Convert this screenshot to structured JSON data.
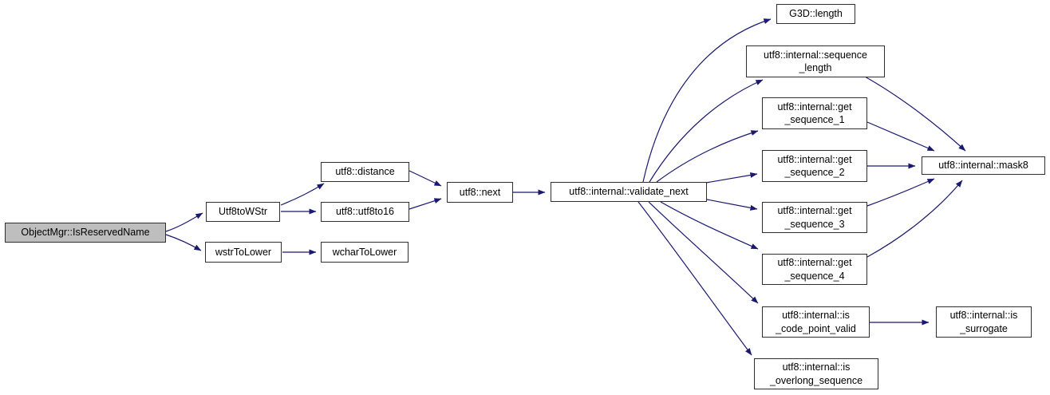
{
  "diagram": {
    "type": "call-graph",
    "colors": {
      "background": "#ffffff",
      "edge": "#191970",
      "node_border": "#2e2e2e",
      "node_fill": "#ffffff",
      "highlight_fill": "#bebebe",
      "text": "#000000"
    },
    "nodes": [
      {
        "id": "ObjectMgr::IsReservedName",
        "label": "ObjectMgr::IsReservedName",
        "highlighted": true
      },
      {
        "id": "Utf8toWStr",
        "label": "Utf8toWStr",
        "highlighted": false
      },
      {
        "id": "wstrToLower",
        "label": "wstrToLower",
        "highlighted": false
      },
      {
        "id": "utf8::distance",
        "label": "utf8::distance",
        "highlighted": false
      },
      {
        "id": "utf8::utf8to16",
        "label": "utf8::utf8to16",
        "highlighted": false
      },
      {
        "id": "wcharToLower",
        "label": "wcharToLower",
        "highlighted": false
      },
      {
        "id": "utf8::next",
        "label": "utf8::next",
        "highlighted": false
      },
      {
        "id": "utf8::internal::validate_next",
        "label": "utf8::internal::validate_next",
        "highlighted": false
      },
      {
        "id": "G3D::length",
        "label": "G3D::length",
        "highlighted": false
      },
      {
        "id": "utf8::internal::sequence_length",
        "label": "utf8::internal::sequence\n_length",
        "highlighted": false
      },
      {
        "id": "utf8::internal::get_sequence_1",
        "label": "utf8::internal::get\n_sequence_1",
        "highlighted": false
      },
      {
        "id": "utf8::internal::get_sequence_2",
        "label": "utf8::internal::get\n_sequence_2",
        "highlighted": false
      },
      {
        "id": "utf8::internal::get_sequence_3",
        "label": "utf8::internal::get\n_sequence_3",
        "highlighted": false
      },
      {
        "id": "utf8::internal::get_sequence_4",
        "label": "utf8::internal::get\n_sequence_4",
        "highlighted": false
      },
      {
        "id": "utf8::internal::is_code_point_valid",
        "label": "utf8::internal::is\n_code_point_valid",
        "highlighted": false
      },
      {
        "id": "utf8::internal::is_overlong_sequence",
        "label": "utf8::internal::is\n_overlong_sequence",
        "highlighted": false
      },
      {
        "id": "utf8::internal::mask8",
        "label": "utf8::internal::mask8",
        "highlighted": false
      },
      {
        "id": "utf8::internal::is_surrogate",
        "label": "utf8::internal::is\n_surrogate",
        "highlighted": false
      }
    ],
    "edges": [
      {
        "from": "ObjectMgr::IsReservedName",
        "to": "Utf8toWStr"
      },
      {
        "from": "ObjectMgr::IsReservedName",
        "to": "wstrToLower"
      },
      {
        "from": "Utf8toWStr",
        "to": "utf8::distance"
      },
      {
        "from": "Utf8toWStr",
        "to": "utf8::utf8to16"
      },
      {
        "from": "wstrToLower",
        "to": "wcharToLower"
      },
      {
        "from": "utf8::distance",
        "to": "utf8::next"
      },
      {
        "from": "utf8::utf8to16",
        "to": "utf8::next"
      },
      {
        "from": "utf8::next",
        "to": "utf8::internal::validate_next"
      },
      {
        "from": "utf8::internal::validate_next",
        "to": "G3D::length"
      },
      {
        "from": "utf8::internal::validate_next",
        "to": "utf8::internal::sequence_length"
      },
      {
        "from": "utf8::internal::validate_next",
        "to": "utf8::internal::get_sequence_1"
      },
      {
        "from": "utf8::internal::validate_next",
        "to": "utf8::internal::get_sequence_2"
      },
      {
        "from": "utf8::internal::validate_next",
        "to": "utf8::internal::get_sequence_3"
      },
      {
        "from": "utf8::internal::validate_next",
        "to": "utf8::internal::get_sequence_4"
      },
      {
        "from": "utf8::internal::validate_next",
        "to": "utf8::internal::is_code_point_valid"
      },
      {
        "from": "utf8::internal::validate_next",
        "to": "utf8::internal::is_overlong_sequence"
      },
      {
        "from": "utf8::internal::sequence_length",
        "to": "utf8::internal::mask8"
      },
      {
        "from": "utf8::internal::get_sequence_1",
        "to": "utf8::internal::mask8"
      },
      {
        "from": "utf8::internal::get_sequence_2",
        "to": "utf8::internal::mask8"
      },
      {
        "from": "utf8::internal::get_sequence_3",
        "to": "utf8::internal::mask8"
      },
      {
        "from": "utf8::internal::get_sequence_4",
        "to": "utf8::internal::mask8"
      },
      {
        "from": "utf8::internal::is_code_point_valid",
        "to": "utf8::internal::is_surrogate"
      }
    ]
  }
}
